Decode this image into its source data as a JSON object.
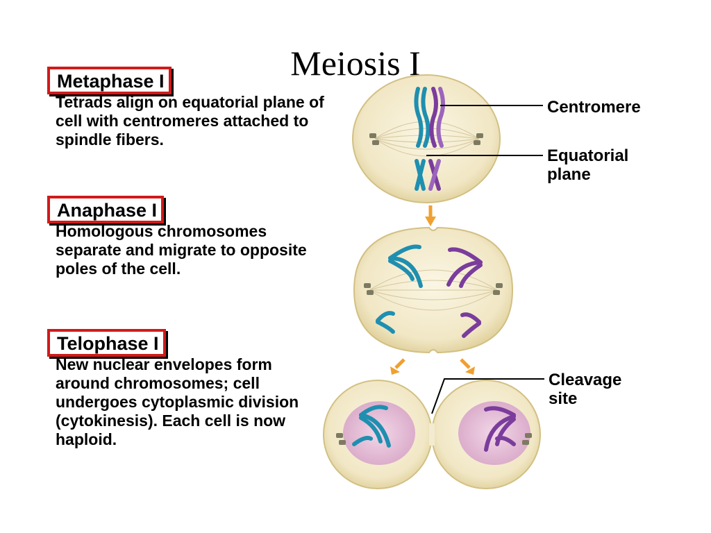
{
  "title": "Meiosis I",
  "stages": [
    {
      "heading": "Metaphase I",
      "description": "Tetrads align on equatorial plane of cell with centromeres attached to spindle fibers."
    },
    {
      "heading": "Anaphase I",
      "description": "Homologous chromosomes separate and migrate to opposite poles of the cell."
    },
    {
      "heading": "Telophase I",
      "description": "New nuclear envelopes form around chromosomes; cell undergoes cytoplasmic division (cytokinesis). Each cell is now haploid."
    }
  ],
  "callouts": {
    "centromere": "Centromere",
    "equatorial_plane": "Equatorial plane",
    "cleavage_site": "Cleavage site"
  },
  "colors": {
    "highlight_border": "#d11a1a",
    "cell_fill": "#f3ebcf",
    "cell_edge": "#d9c98e",
    "nucleus_fill": "#e8c4dc",
    "chromosome_teal": "#1f8fb0",
    "chromosome_purple": "#7a3d9c",
    "arrow": "#f0a030"
  }
}
